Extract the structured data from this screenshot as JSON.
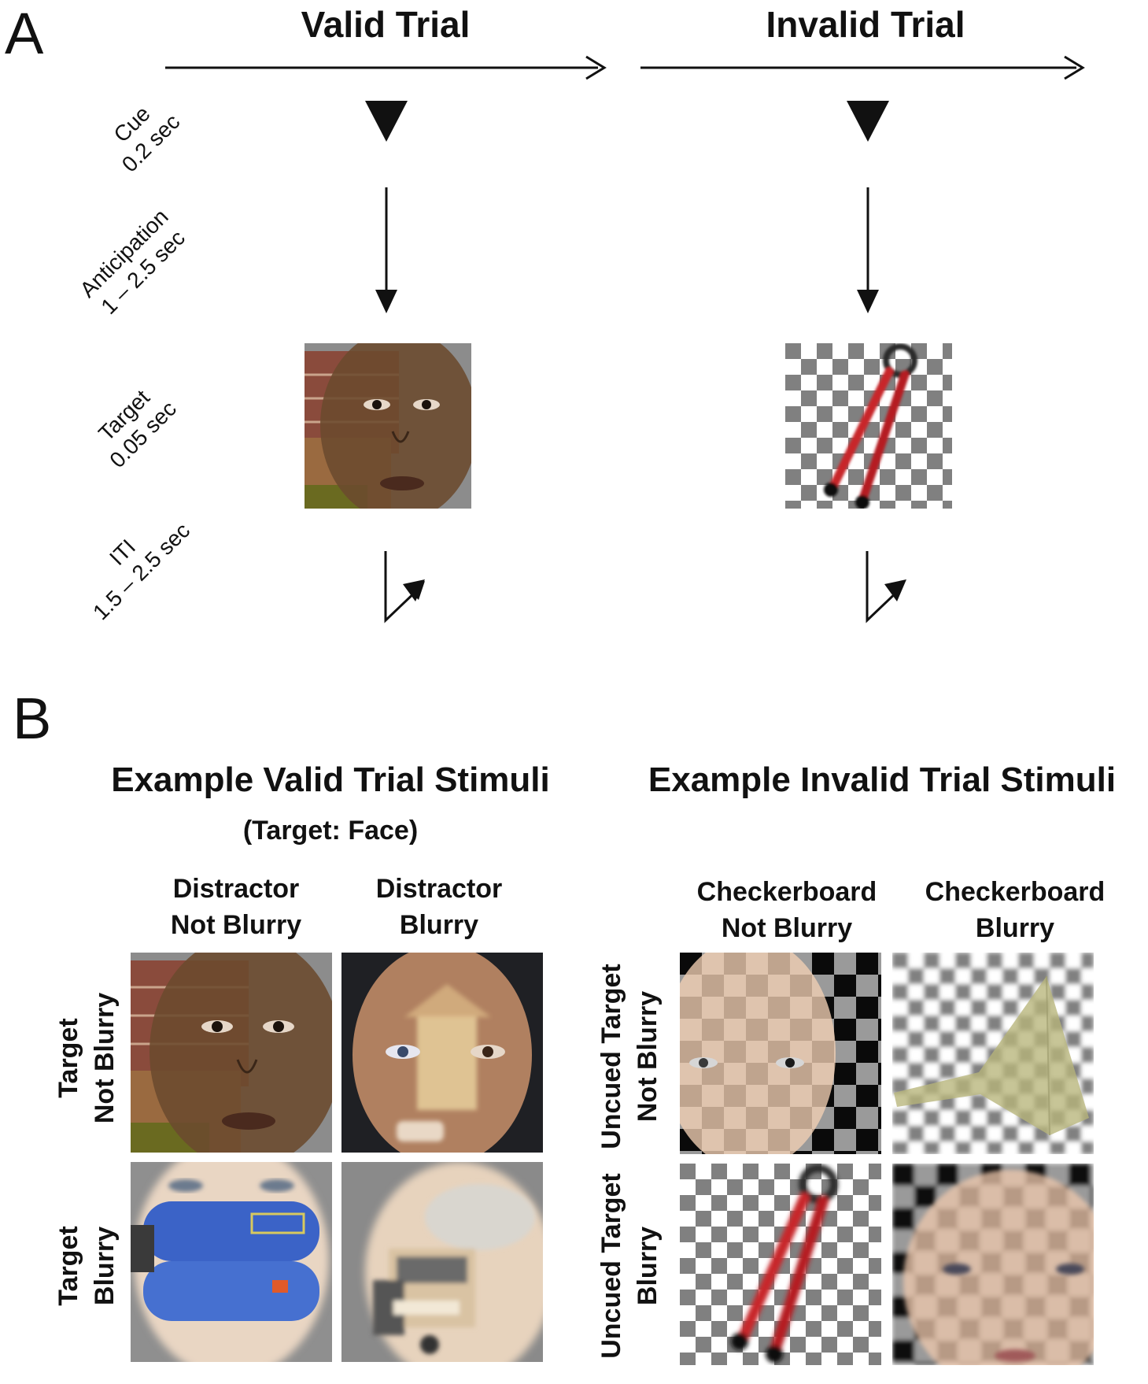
{
  "panel_a": {
    "letter": "A",
    "valid_title": "Valid Trial",
    "invalid_title": "Invalid Trial",
    "phases": [
      {
        "name": "Cue",
        "duration": "0.2 sec"
      },
      {
        "name": "Anticipation",
        "duration": "1 – 2.5 sec"
      },
      {
        "name": "Target",
        "duration": "0.05 sec"
      },
      {
        "name": "ITI",
        "duration": "1.5 – 2.5 sec"
      }
    ]
  },
  "panel_b": {
    "letter": "B",
    "valid_title": "Example Valid Trial Stimuli",
    "valid_subtitle": "(Target: Face)",
    "invalid_title": "Example Invalid Trial Stimuli",
    "valid_columns": [
      {
        "line1": "Distractor",
        "line2": "Not Blurry"
      },
      {
        "line1": "Distractor",
        "line2": "Blurry"
      }
    ],
    "valid_rows": [
      {
        "line1": "Target",
        "line2": "Not Blurry"
      },
      {
        "line1": "Target",
        "line2": "Blurry"
      }
    ],
    "invalid_columns": [
      {
        "line1": "Checkerboard",
        "line2": "Not Blurry"
      },
      {
        "line1": "Checkerboard",
        "line2": "Blurry"
      }
    ],
    "invalid_rows": [
      {
        "line1": "Uncued Target",
        "line2": "Not Blurry"
      },
      {
        "line1": "Uncued Target",
        "line2": "Blurry"
      }
    ]
  },
  "colors": {
    "ink": "#111111",
    "skin": "#7a5a3c",
    "building": "#8a4b3c",
    "sky": "#8c8c8c",
    "checker_dark": "#7f7f7f",
    "tool_red": "#c8252b",
    "compressor_blue": "#3b63c7"
  }
}
